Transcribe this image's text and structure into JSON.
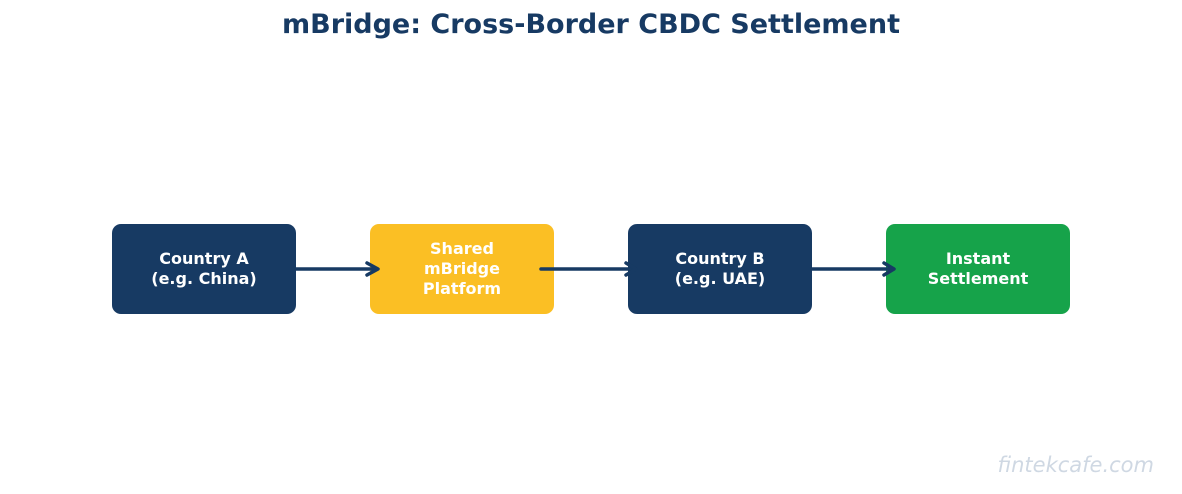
{
  "title": "mBridge: Cross-Border CBDC Settlement",
  "colors": {
    "title": "#173a63",
    "navy": "#173a63",
    "amber": "#fbbf24",
    "green": "#16a34a",
    "arrow": "#173a63",
    "watermark": "#cfd8e3"
  },
  "nodes": [
    {
      "id": "country-a",
      "label": "Country A\n(e.g. China)",
      "color": "#173a63"
    },
    {
      "id": "platform",
      "label": "Shared\nmBridge\nPlatform",
      "color": "#fbbf24"
    },
    {
      "id": "country-b",
      "label": "Country B\n(e.g. UAE)",
      "color": "#173a63"
    },
    {
      "id": "settlement",
      "label": "Instant\nSettlement",
      "color": "#16a34a"
    }
  ],
  "edges": [
    {
      "from": "country-a",
      "to": "platform"
    },
    {
      "from": "platform",
      "to": "country-b"
    },
    {
      "from": "country-b",
      "to": "settlement"
    }
  ],
  "watermark": "fintekcafe.com"
}
